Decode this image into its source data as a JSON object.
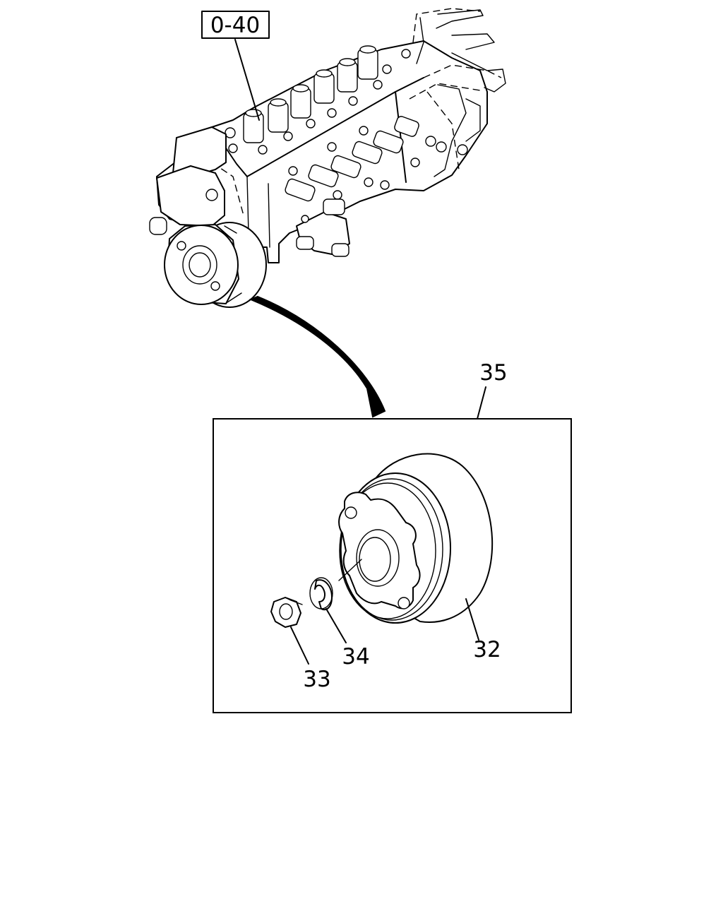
{
  "diagram": {
    "reference_label": "0-40",
    "callouts": {
      "assembly": "35",
      "housing": "32",
      "nut": "33",
      "washer": "34"
    }
  }
}
